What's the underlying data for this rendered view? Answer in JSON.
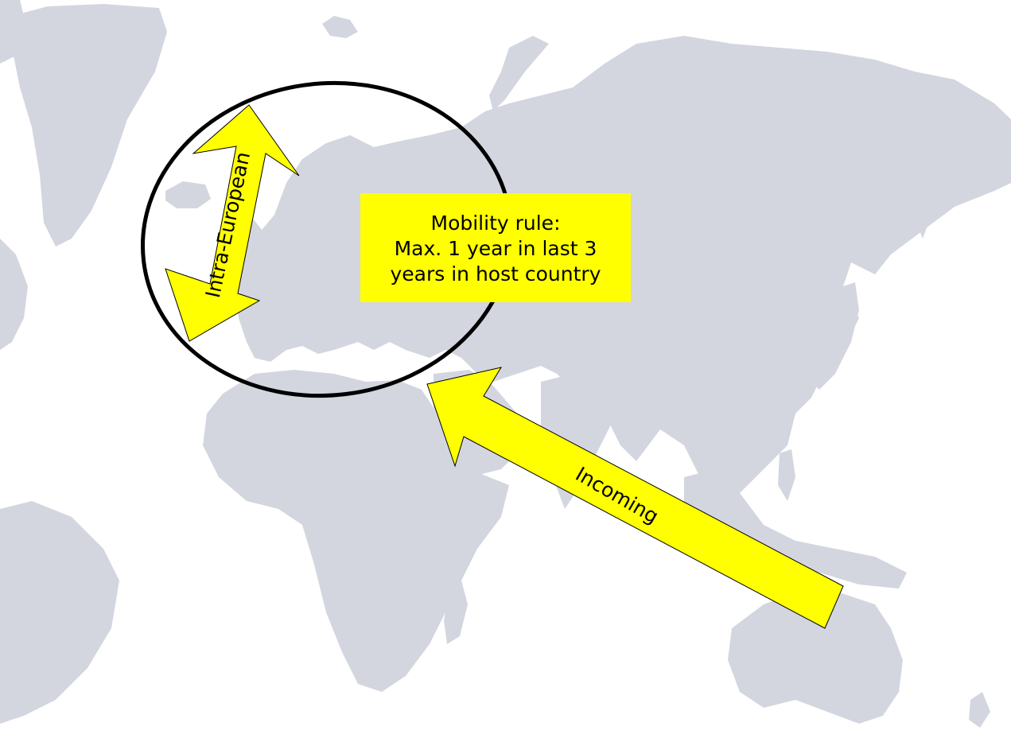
{
  "map": {
    "land_color": "#d3d6df",
    "background_color": "#ffffff",
    "accent_color": "#ffff00",
    "ring_color": "#000000"
  },
  "annotations": {
    "intra_european_arrow": {
      "label": "Intra-European",
      "icon": "double-headed-arrow"
    },
    "incoming_arrow": {
      "label": "Incoming",
      "icon": "arrow"
    },
    "mobility_rule": {
      "lines": [
        "Mobility rule:",
        "Max. 1 year in last 3",
        "years in host country"
      ]
    },
    "europe_region": {
      "icon": "ellipse-outline"
    }
  }
}
